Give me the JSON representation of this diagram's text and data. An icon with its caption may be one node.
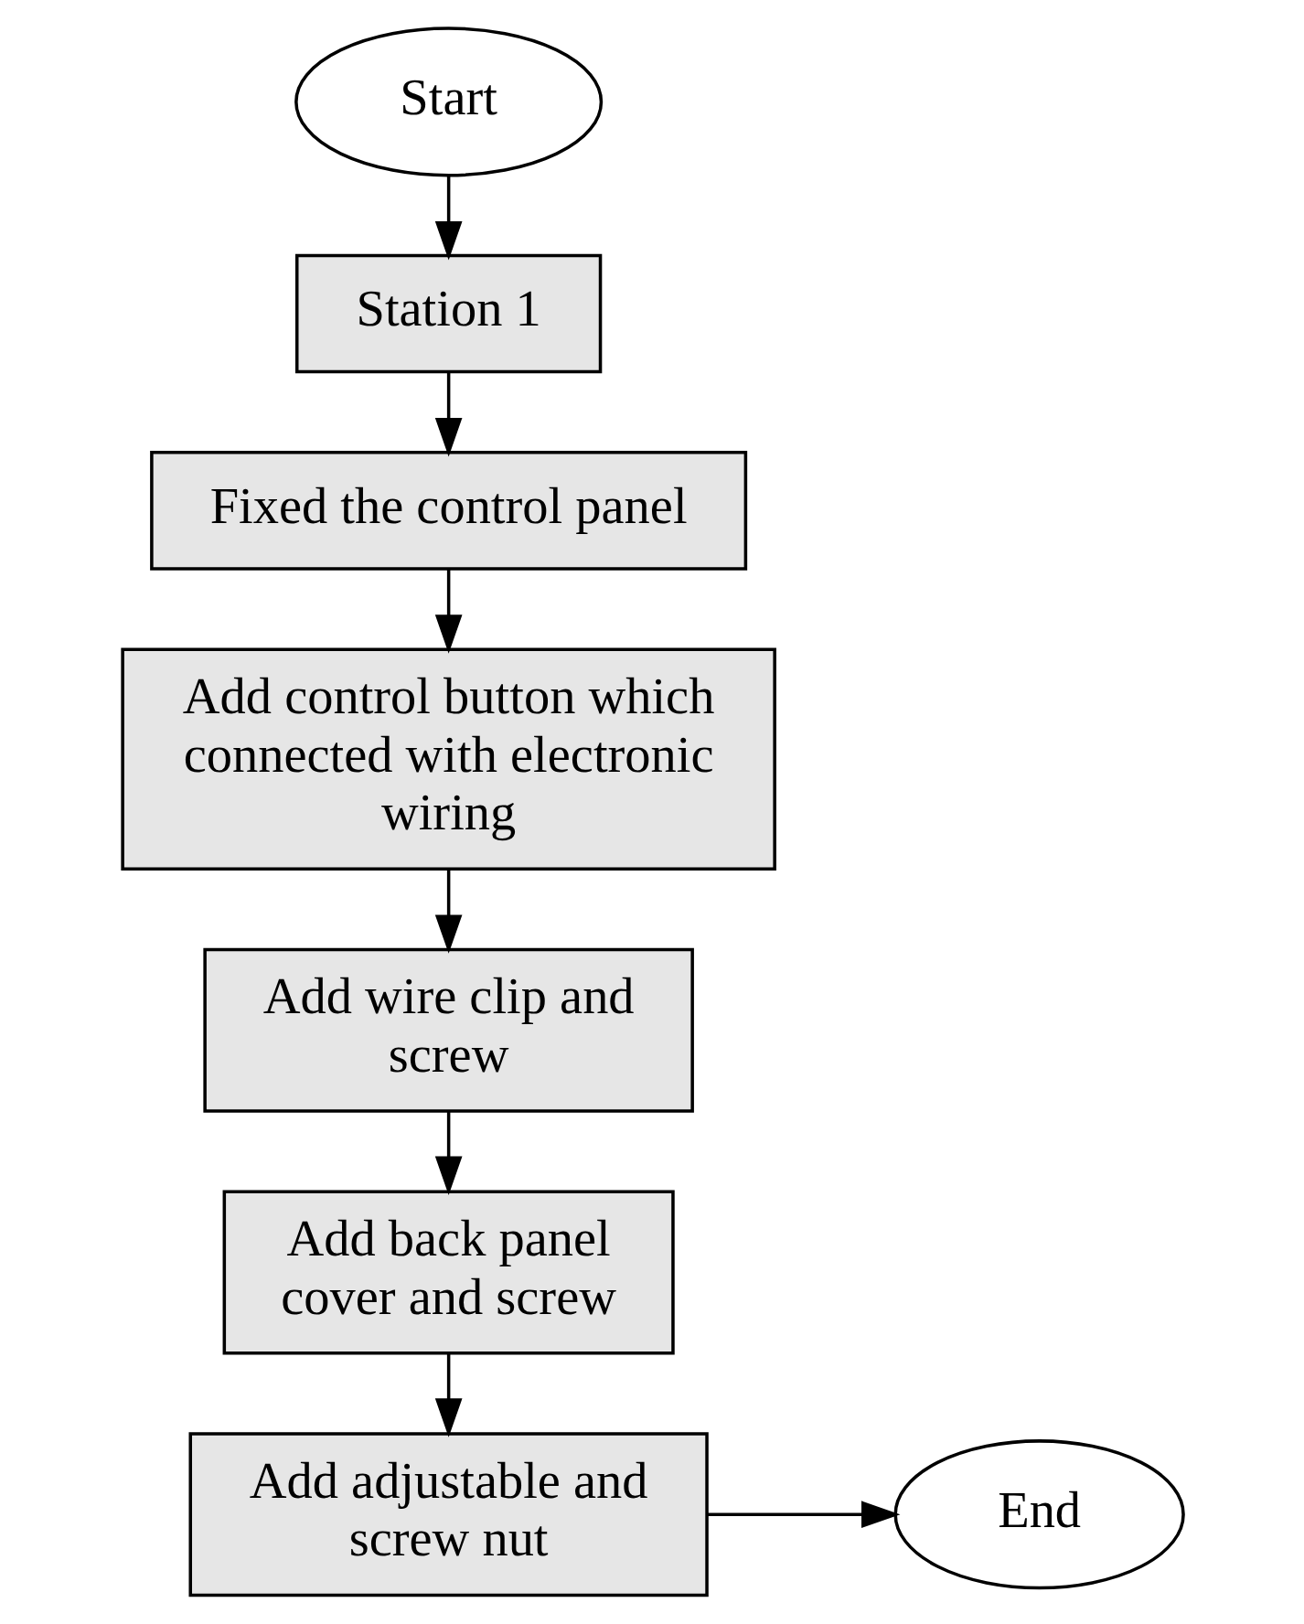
{
  "diagram": {
    "nodes": [
      {
        "text": [
          "Start"
        ]
      },
      {
        "text": [
          "Station 1"
        ]
      },
      {
        "text": [
          "Fixed the control panel"
        ]
      },
      {
        "text": [
          "Add control button which connected with electronic wiring"
        ]
      },
      {
        "text": [
          "Add wire clip and screw"
        ]
      },
      {
        "text": [
          "Add back panel cover and screw"
        ]
      },
      {
        "text": [
          "Add adjustable and screw nut"
        ]
      },
      {
        "text": [
          "End"
        ]
      }
    ],
    "edges": [
      {
        "from": 0,
        "to": 1,
        "arrow": "to"
      },
      {
        "from": 1,
        "to": 2,
        "arrow": "to"
      },
      {
        "from": 2,
        "to": 3,
        "arrow": "to"
      },
      {
        "from": 3,
        "to": 4,
        "arrow": "to"
      },
      {
        "from": 4,
        "to": 5,
        "arrow": "to"
      },
      {
        "from": 5,
        "to": 6,
        "arrow": "to"
      },
      {
        "from": 6,
        "to": 7,
        "arrow": "to"
      }
    ]
  }
}
